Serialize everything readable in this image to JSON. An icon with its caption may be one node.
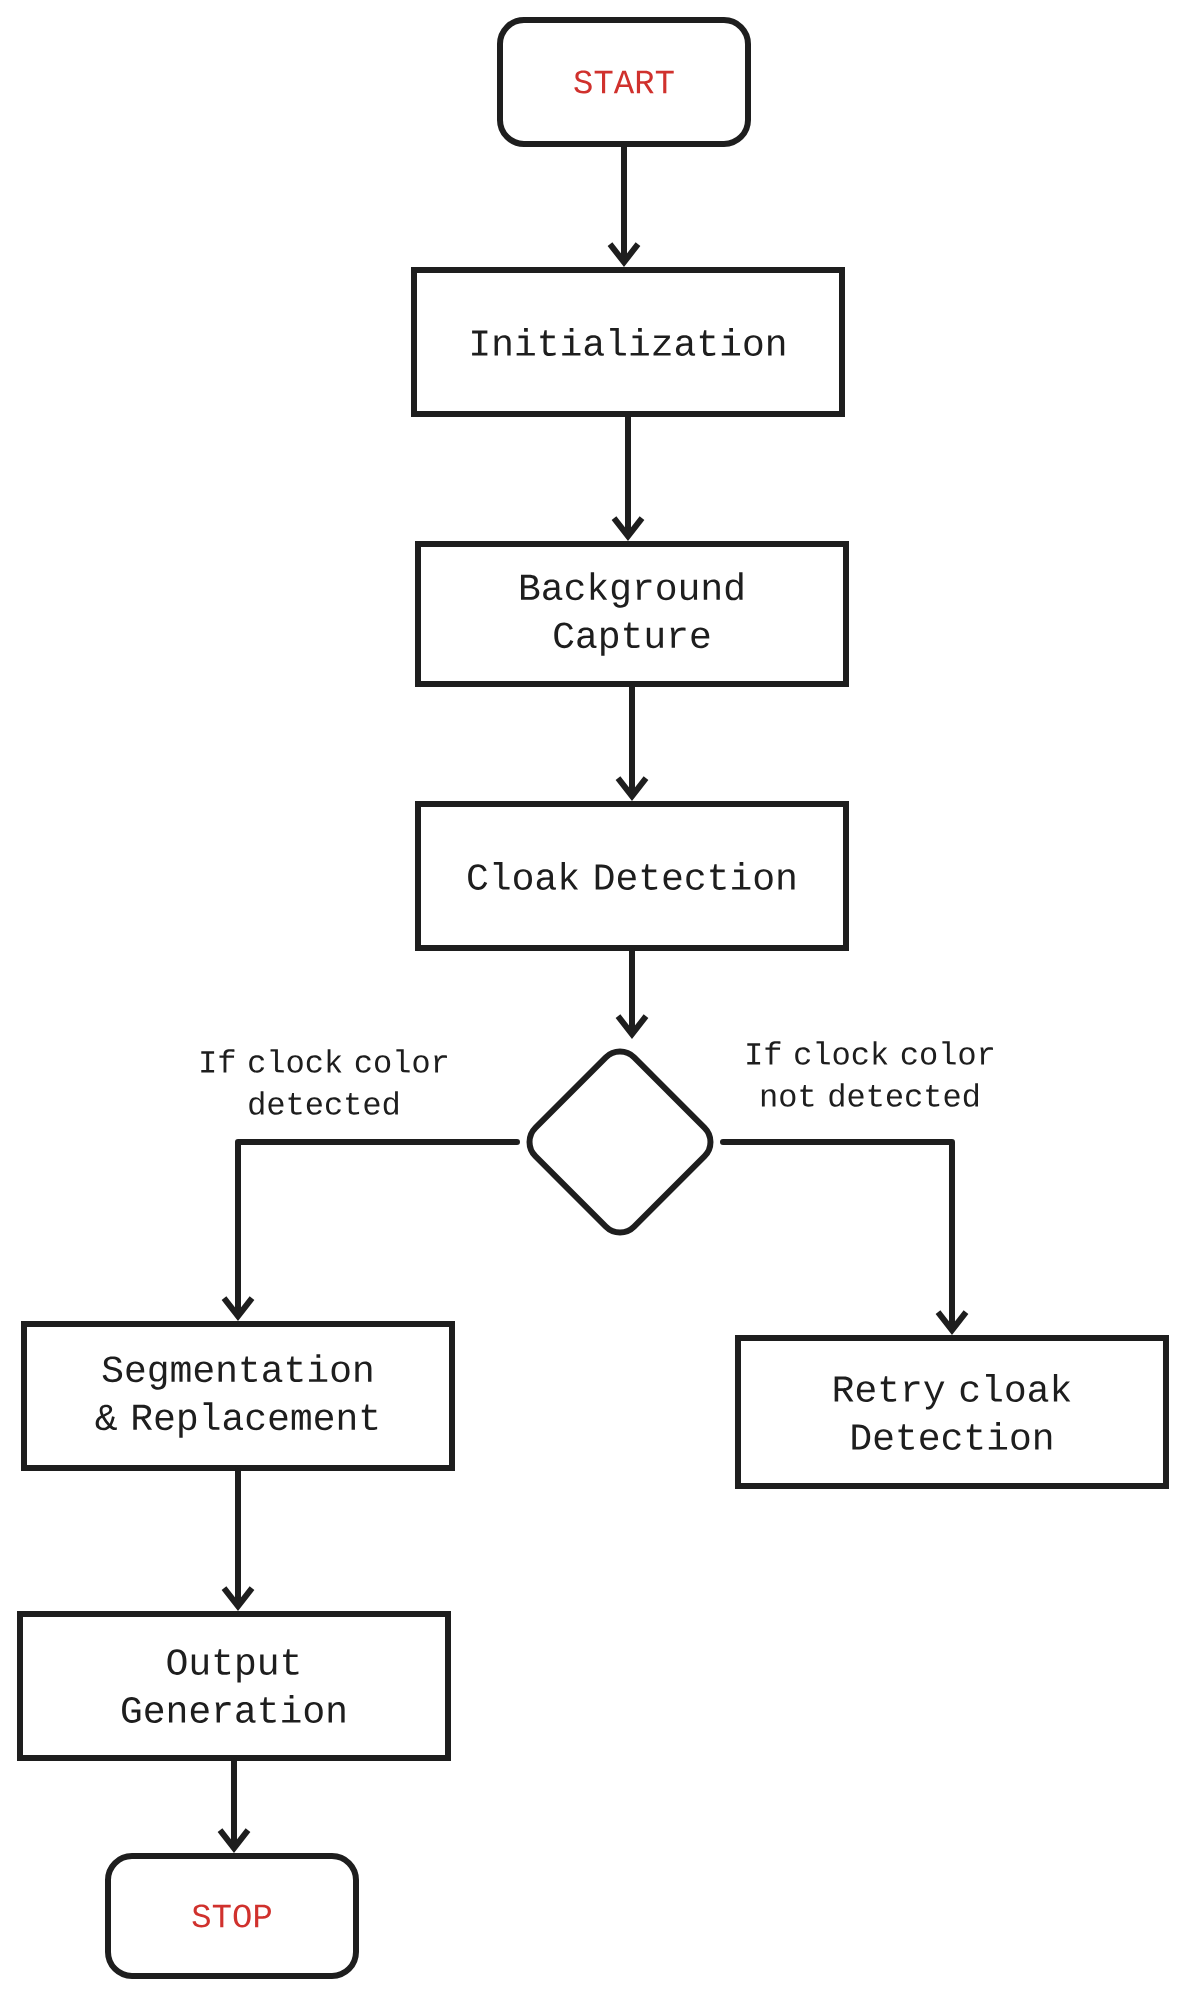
{
  "diagram": {
    "nodes": [
      {
        "text": [
          "START"
        ]
      },
      {
        "text": [
          "Initialization"
        ]
      },
      {
        "text": [
          "Background Capture"
        ]
      },
      {
        "text": [
          "Cloak Detection"
        ]
      },
      {
        "text": [],
        "shape": "diamond"
      },
      {
        "text": [
          "Segmentation & Replacement"
        ]
      },
      {
        "text": [
          "Retry cloak Detection"
        ]
      },
      {
        "text": [
          "Output Generation"
        ]
      },
      {
        "text": [
          "STOP"
        ]
      }
    ],
    "edges": [
      {
        "from": 0,
        "to": 1,
        "arrow": "to"
      },
      {
        "from": 1,
        "to": 2,
        "arrow": "to"
      },
      {
        "from": 2,
        "to": 3,
        "arrow": "to"
      },
      {
        "from": 3,
        "to": 4,
        "arrow": "to"
      },
      {
        "from": 4,
        "to": 5,
        "arrow": "to",
        "label": "If clock color detected"
      },
      {
        "from": 4,
        "to": 6,
        "arrow": "to",
        "label": "If clock color not detected"
      },
      {
        "from": 5,
        "to": 7,
        "arrow": "to"
      },
      {
        "from": 7,
        "to": 8,
        "arrow": "to"
      }
    ]
  }
}
